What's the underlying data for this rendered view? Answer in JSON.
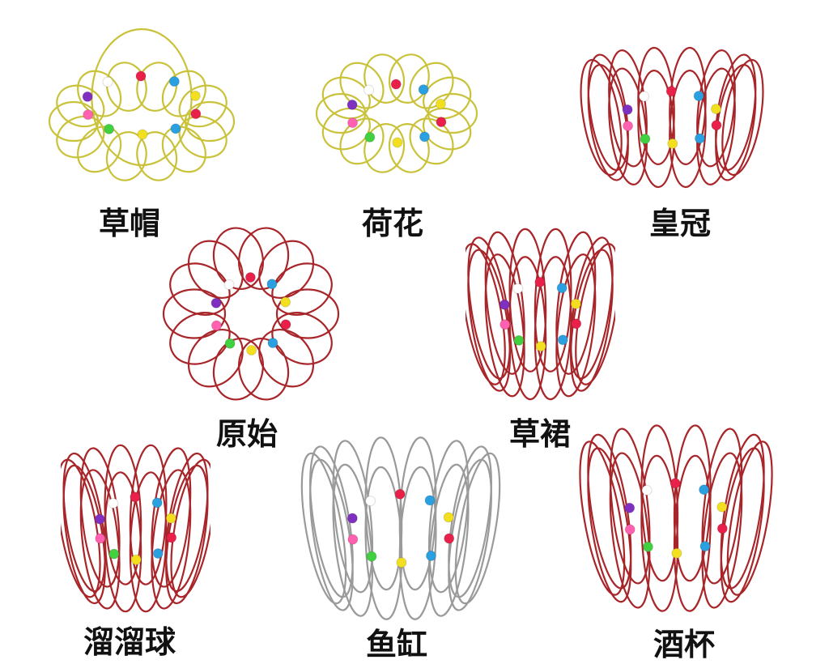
{
  "items": [
    {
      "label": "草帽",
      "wire_color": "#c9c23a",
      "shape": "hat"
    },
    {
      "label": "荷花",
      "wire_color": "#c9c23a",
      "shape": "lotus"
    },
    {
      "label": "皇冠",
      "wire_color": "#a8262a",
      "shape": "crown"
    },
    {
      "label": "原始",
      "wire_color": "#a8262a",
      "shape": "ring"
    },
    {
      "label": "草裙",
      "wire_color": "#a8262a",
      "shape": "skirt"
    },
    {
      "label": "溜溜球",
      "wire_color": "#a8262a",
      "shape": "yoyo"
    },
    {
      "label": "鱼缸",
      "wire_color": "#9a9a9a",
      "shape": "bowl"
    },
    {
      "label": "酒杯",
      "wire_color": "#a8262a",
      "shape": "cup"
    }
  ],
  "bead_colors": [
    "#e8204a",
    "#2aa0e0",
    "#f2e020",
    "#40d040",
    "#ff60b0",
    "#8030c0",
    "#ffffff"
  ]
}
